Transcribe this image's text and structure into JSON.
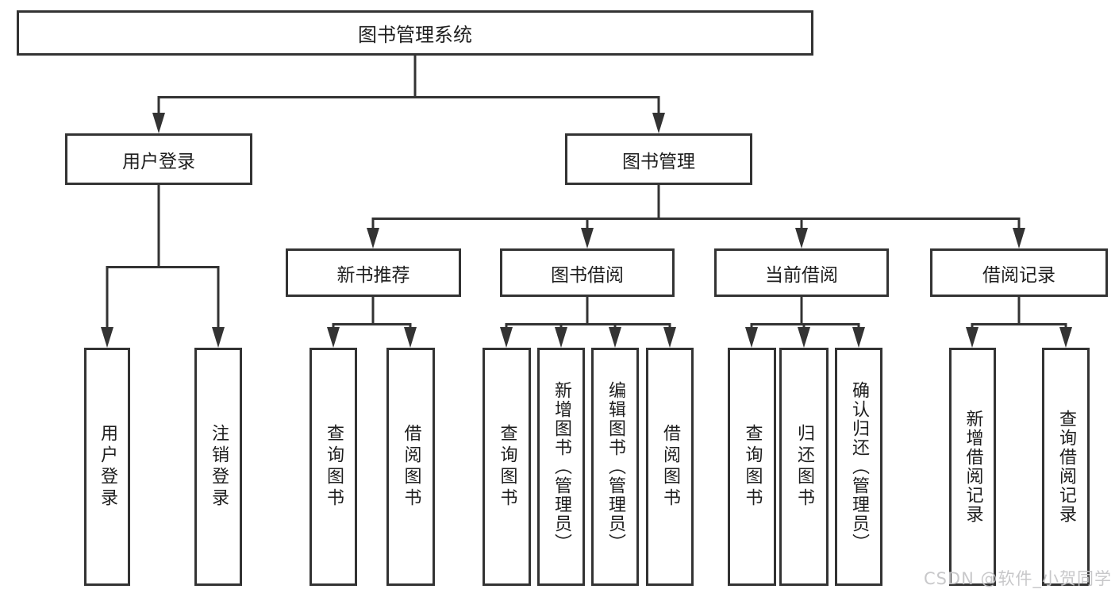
{
  "tree": {
    "root": {
      "label": "图书管理系统"
    },
    "login": {
      "label": "用户登录",
      "children": [
        {
          "label": "用户登录"
        },
        {
          "label": "注销登录"
        }
      ]
    },
    "mgmt": {
      "label": "图书管理",
      "children": [
        {
          "label": "新书推荐",
          "children": [
            {
              "label": "查询图书"
            },
            {
              "label": "借阅图书"
            }
          ]
        },
        {
          "label": "图书借阅",
          "children": [
            {
              "label": "查询图书"
            },
            {
              "label": "新增图书（管理员）"
            },
            {
              "label": "编辑图书（管理员）"
            },
            {
              "label": "借阅图书"
            }
          ]
        },
        {
          "label": "当前借阅",
          "children": [
            {
              "label": "查询图书"
            },
            {
              "label": "归还图书"
            },
            {
              "label": "确认归还（管理员）"
            }
          ]
        },
        {
          "label": "借阅记录",
          "children": [
            {
              "label": "新增借阅记录"
            },
            {
              "label": "查询借阅记录"
            }
          ]
        }
      ]
    }
  },
  "watermark": {
    "text": "CSDN @软件_小贺同学"
  },
  "colors": {
    "line": "#333333",
    "text": "#1e1e1e",
    "watermark": "#c5c5c7",
    "background": "#ffffff"
  }
}
